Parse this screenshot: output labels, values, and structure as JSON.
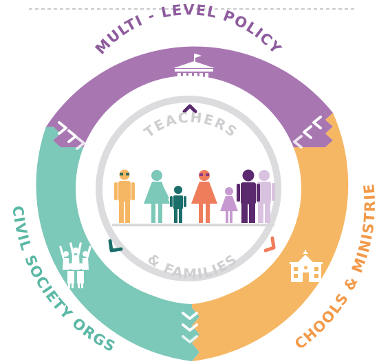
{
  "segments": {
    "top": {
      "label": "MULTI - LEVEL POLICY",
      "icon": "government-building-icon",
      "color": "#a877b2"
    },
    "right": {
      "label": "SCHOOLS & MINISTRIES",
      "icon": "school-house-icon",
      "color": "#f6b764"
    },
    "left": {
      "label": "CIVIL SOCIETY ORGS",
      "icon": "crowd-raised-hands-icon",
      "color": "#7cc8b9"
    }
  },
  "center": {
    "top_label": "TEACHERS",
    "bottom_label": "& FAMILIES",
    "ring_color": "#d4d4d6",
    "text_color": "#cfcfd1",
    "icon": "family-group-icon"
  },
  "colors": {
    "divider": "#b9b9bc",
    "purple_dark": "#5b2a6e",
    "teal_dark": "#1c6e6a",
    "orange_dark": "#ef7d5c"
  }
}
